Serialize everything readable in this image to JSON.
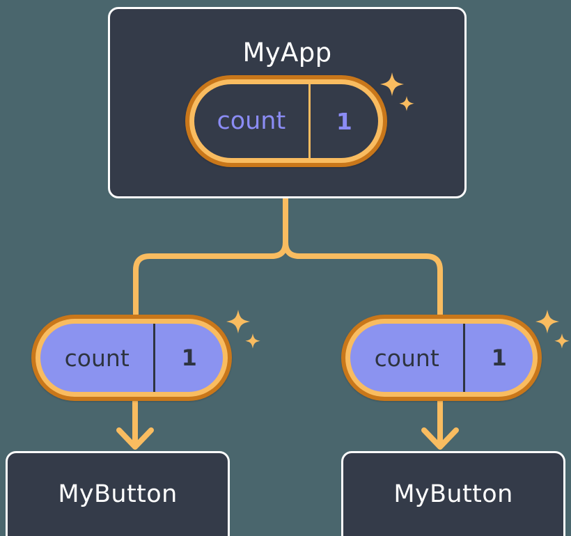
{
  "theme": {
    "background": "#4a666d",
    "card_fill": "#343b49",
    "card_border": "#fdfdfd",
    "ring_outer": "#c9771a",
    "ring_inner": "#f9bc60",
    "connector": "#f9bc60",
    "pill_purple_fill": "#8b93f0",
    "purple_text": "#8b8cf5",
    "dark_text": "#2e3440",
    "white_text": "#ffffff"
  },
  "diagram": {
    "type": "component-tree",
    "root": {
      "id": "myapp",
      "title": "MyApp",
      "state": {
        "key": "count",
        "value": "1"
      },
      "sparkle_label": "state-updated-sparkle"
    },
    "branches": [
      {
        "id": "left",
        "state": {
          "key": "count",
          "value": "1"
        },
        "sparkle_label": "state-updated-sparkle",
        "child": {
          "id": "mybutton-left",
          "title": "MyButton"
        }
      },
      {
        "id": "right",
        "state": {
          "key": "count",
          "value": "1"
        },
        "sparkle_label": "state-updated-sparkle",
        "child": {
          "id": "mybutton-right",
          "title": "MyButton"
        }
      }
    ]
  }
}
